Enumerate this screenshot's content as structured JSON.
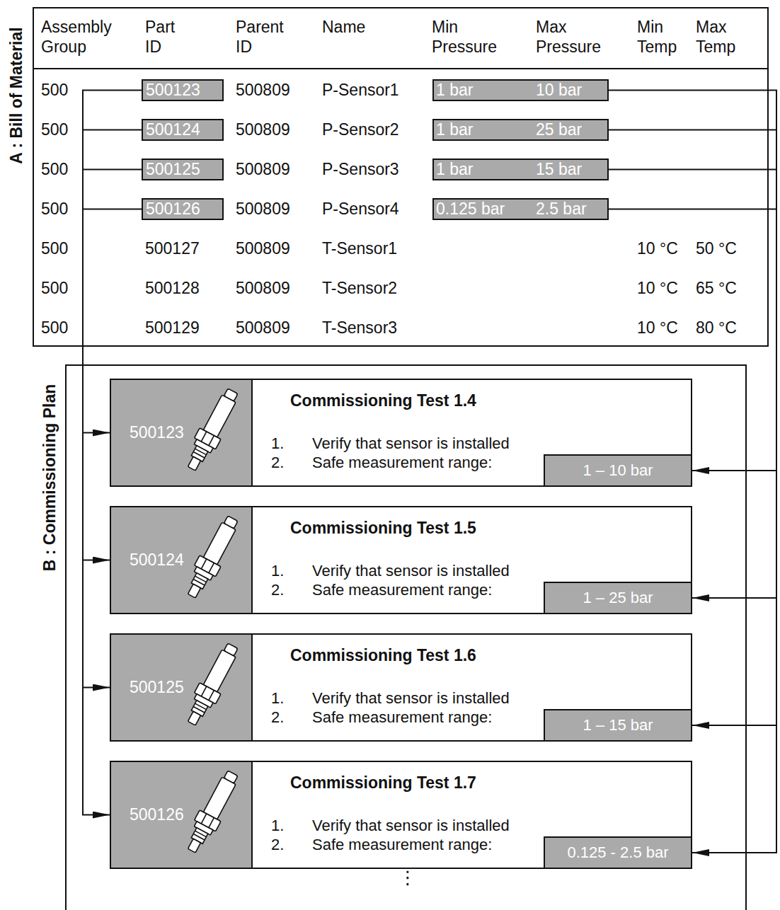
{
  "diagram": {
    "nodes": [
      {
        "text": [
          "A : Bill of Material"
        ]
      },
      {
        "text": [
          "500123"
        ],
        "in": 0
      },
      {
        "text": [
          "500124"
        ],
        "in": 0
      },
      {
        "text": [
          "500125"
        ],
        "in": 0
      },
      {
        "text": [
          "500126"
        ],
        "in": 0
      },
      {
        "text": [
          "1 bar",
          "10 bar"
        ],
        "in": 0
      },
      {
        "text": [
          "1 bar",
          "25 bar"
        ],
        "in": 0
      },
      {
        "text": [
          "1 bar",
          "15 bar"
        ],
        "in": 0
      },
      {
        "text": [
          "0.125 bar",
          "2.5 bar"
        ],
        "in": 0
      },
      {
        "text": [
          "B : Commissioning Plan"
        ]
      },
      {
        "text": [
          "Commissioning Test 1.4",
          "1.",
          "Verify that sensor is installed",
          "2.",
          "Safe measurement range:"
        ],
        "in": 9
      },
      {
        "text": [
          "500123"
        ],
        "in": 10
      },
      {
        "text": [
          "1 – 10 bar"
        ],
        "in": 10
      },
      {
        "text": [
          "Commissioning Test 1.5",
          "1.",
          "Verify that sensor is installed",
          "2.",
          "Safe measurement range:"
        ],
        "in": 9
      },
      {
        "text": [
          "500124"
        ],
        "in": 13
      },
      {
        "text": [
          "1 – 25 bar"
        ],
        "in": 13
      },
      {
        "text": [
          "Commissioning Test 1.6",
          "1.",
          "Verify that sensor is installed",
          "2.",
          "Safe measurement range:"
        ],
        "in": 9
      },
      {
        "text": [
          "500125"
        ],
        "in": 16
      },
      {
        "text": [
          "1 – 15 bar"
        ],
        "in": 16
      },
      {
        "text": [
          "Commissioning Test 1.7",
          "1.",
          "Verify that sensor is installed",
          "2.",
          "Safe measurement range:"
        ],
        "in": 9
      },
      {
        "text": [
          "500126"
        ],
        "in": 19
      },
      {
        "text": [
          "0.125 - 2.5 bar"
        ],
        "in": 19
      }
    ],
    "edges": [
      {
        "from": 1,
        "to": 11,
        "arrow": "to"
      },
      {
        "from": 2,
        "to": 14,
        "arrow": "to"
      },
      {
        "from": 3,
        "to": 17,
        "arrow": "to"
      },
      {
        "from": 4,
        "to": 20,
        "arrow": "to"
      },
      {
        "from": 5,
        "to": 12,
        "arrow": "to"
      },
      {
        "from": 6,
        "to": 15,
        "arrow": "to"
      },
      {
        "from": 7,
        "to": 18,
        "arrow": "to"
      },
      {
        "from": 8,
        "to": 21,
        "arrow": "to"
      }
    ],
    "labels": [
      "Assembly Group",
      "Part ID",
      "Parent ID",
      "Name",
      "Min Pressure",
      "Max Pressure",
      "Min Temp",
      "Max Temp",
      "500",
      "500809",
      "P-Sensor1",
      "500",
      "500809",
      "P-Sensor2",
      "500",
      "500809",
      "P-Sensor3",
      "500",
      "500809",
      "P-Sensor4",
      "500",
      "500127",
      "500809",
      "T-Sensor1",
      "10 °C",
      "50 °C",
      "500",
      "500128",
      "500809",
      "T-Sensor2",
      "10 °C",
      "65 °C",
      "500",
      "500129",
      "500809",
      "T-Sensor3",
      "10 °C",
      "80 °C",
      "⋮"
    ]
  }
}
